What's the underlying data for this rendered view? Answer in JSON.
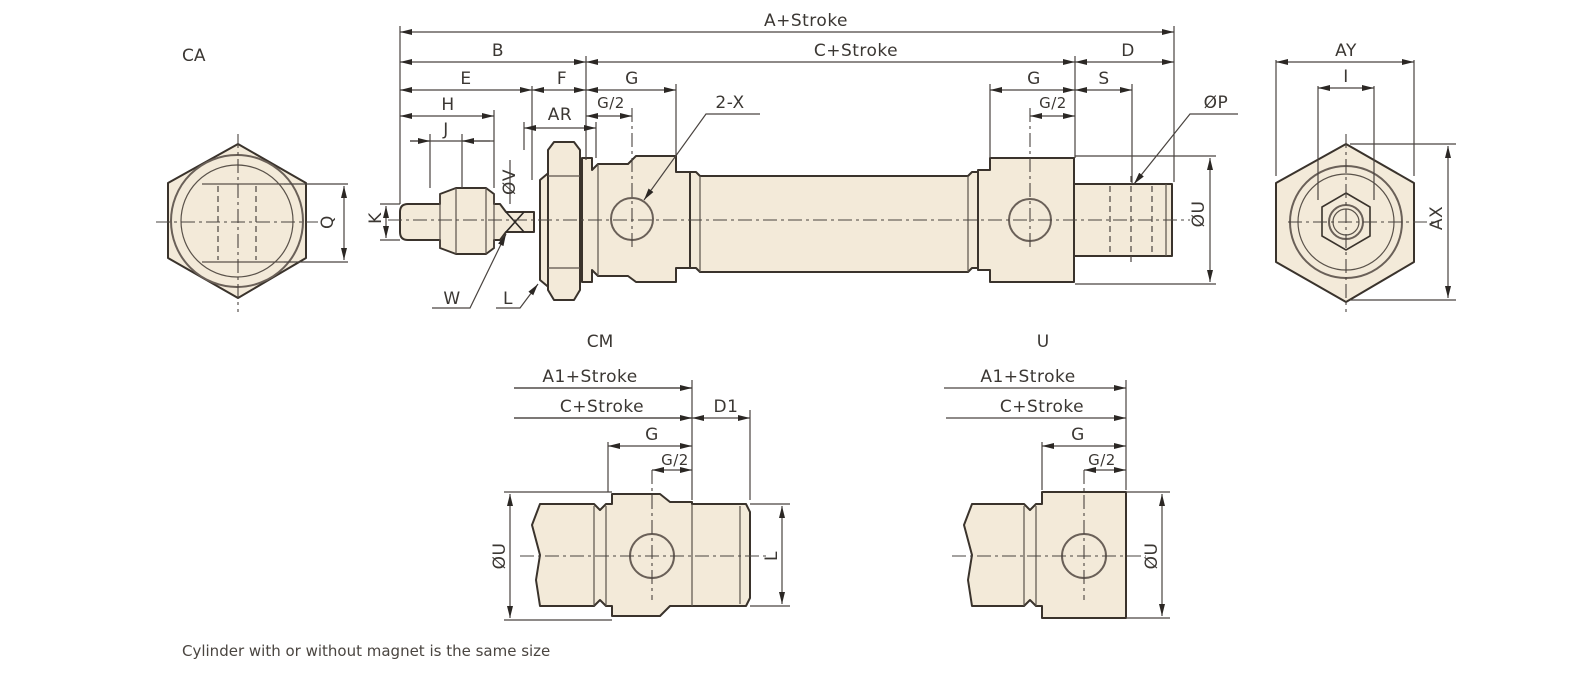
{
  "views": {
    "ca": {
      "title": "CA",
      "dims": {
        "q": "Q",
        "k": "K"
      }
    },
    "main": {
      "dims": {
        "a_stroke": "A+Stroke",
        "b": "B",
        "c_stroke": "C+Stroke",
        "d": "D",
        "e": "E",
        "f": "F",
        "g_left": "G",
        "g_right": "G",
        "h": "H",
        "g2_left": "G/2",
        "g2_right": "G/2",
        "s": "S",
        "ar": "AR",
        "j": "J",
        "x2": "2-X",
        "op": "ØP",
        "ov": "ØV",
        "ou": "ØU",
        "w": "W",
        "l": "L",
        "k": "K"
      }
    },
    "end": {
      "dims": {
        "ay": "AY",
        "i": "I",
        "ax": "AX"
      }
    },
    "cm": {
      "title": "CM",
      "dims": {
        "a1_stroke": "A1+Stroke",
        "c_stroke": "C+Stroke",
        "d1": "D1",
        "g": "G",
        "g2": "G/2",
        "ou": "ØU",
        "l": "L"
      }
    },
    "u": {
      "title": "U",
      "dims": {
        "a1_stroke": "A1+Stroke",
        "c_stroke": "C+Stroke",
        "g": "G",
        "g2": "G/2",
        "ou": "ØU"
      }
    }
  },
  "colors": {
    "part_fill": "#f3ead9",
    "outline": "#3a332c"
  },
  "footnote": "Cylinder with or without magnet is the same size"
}
